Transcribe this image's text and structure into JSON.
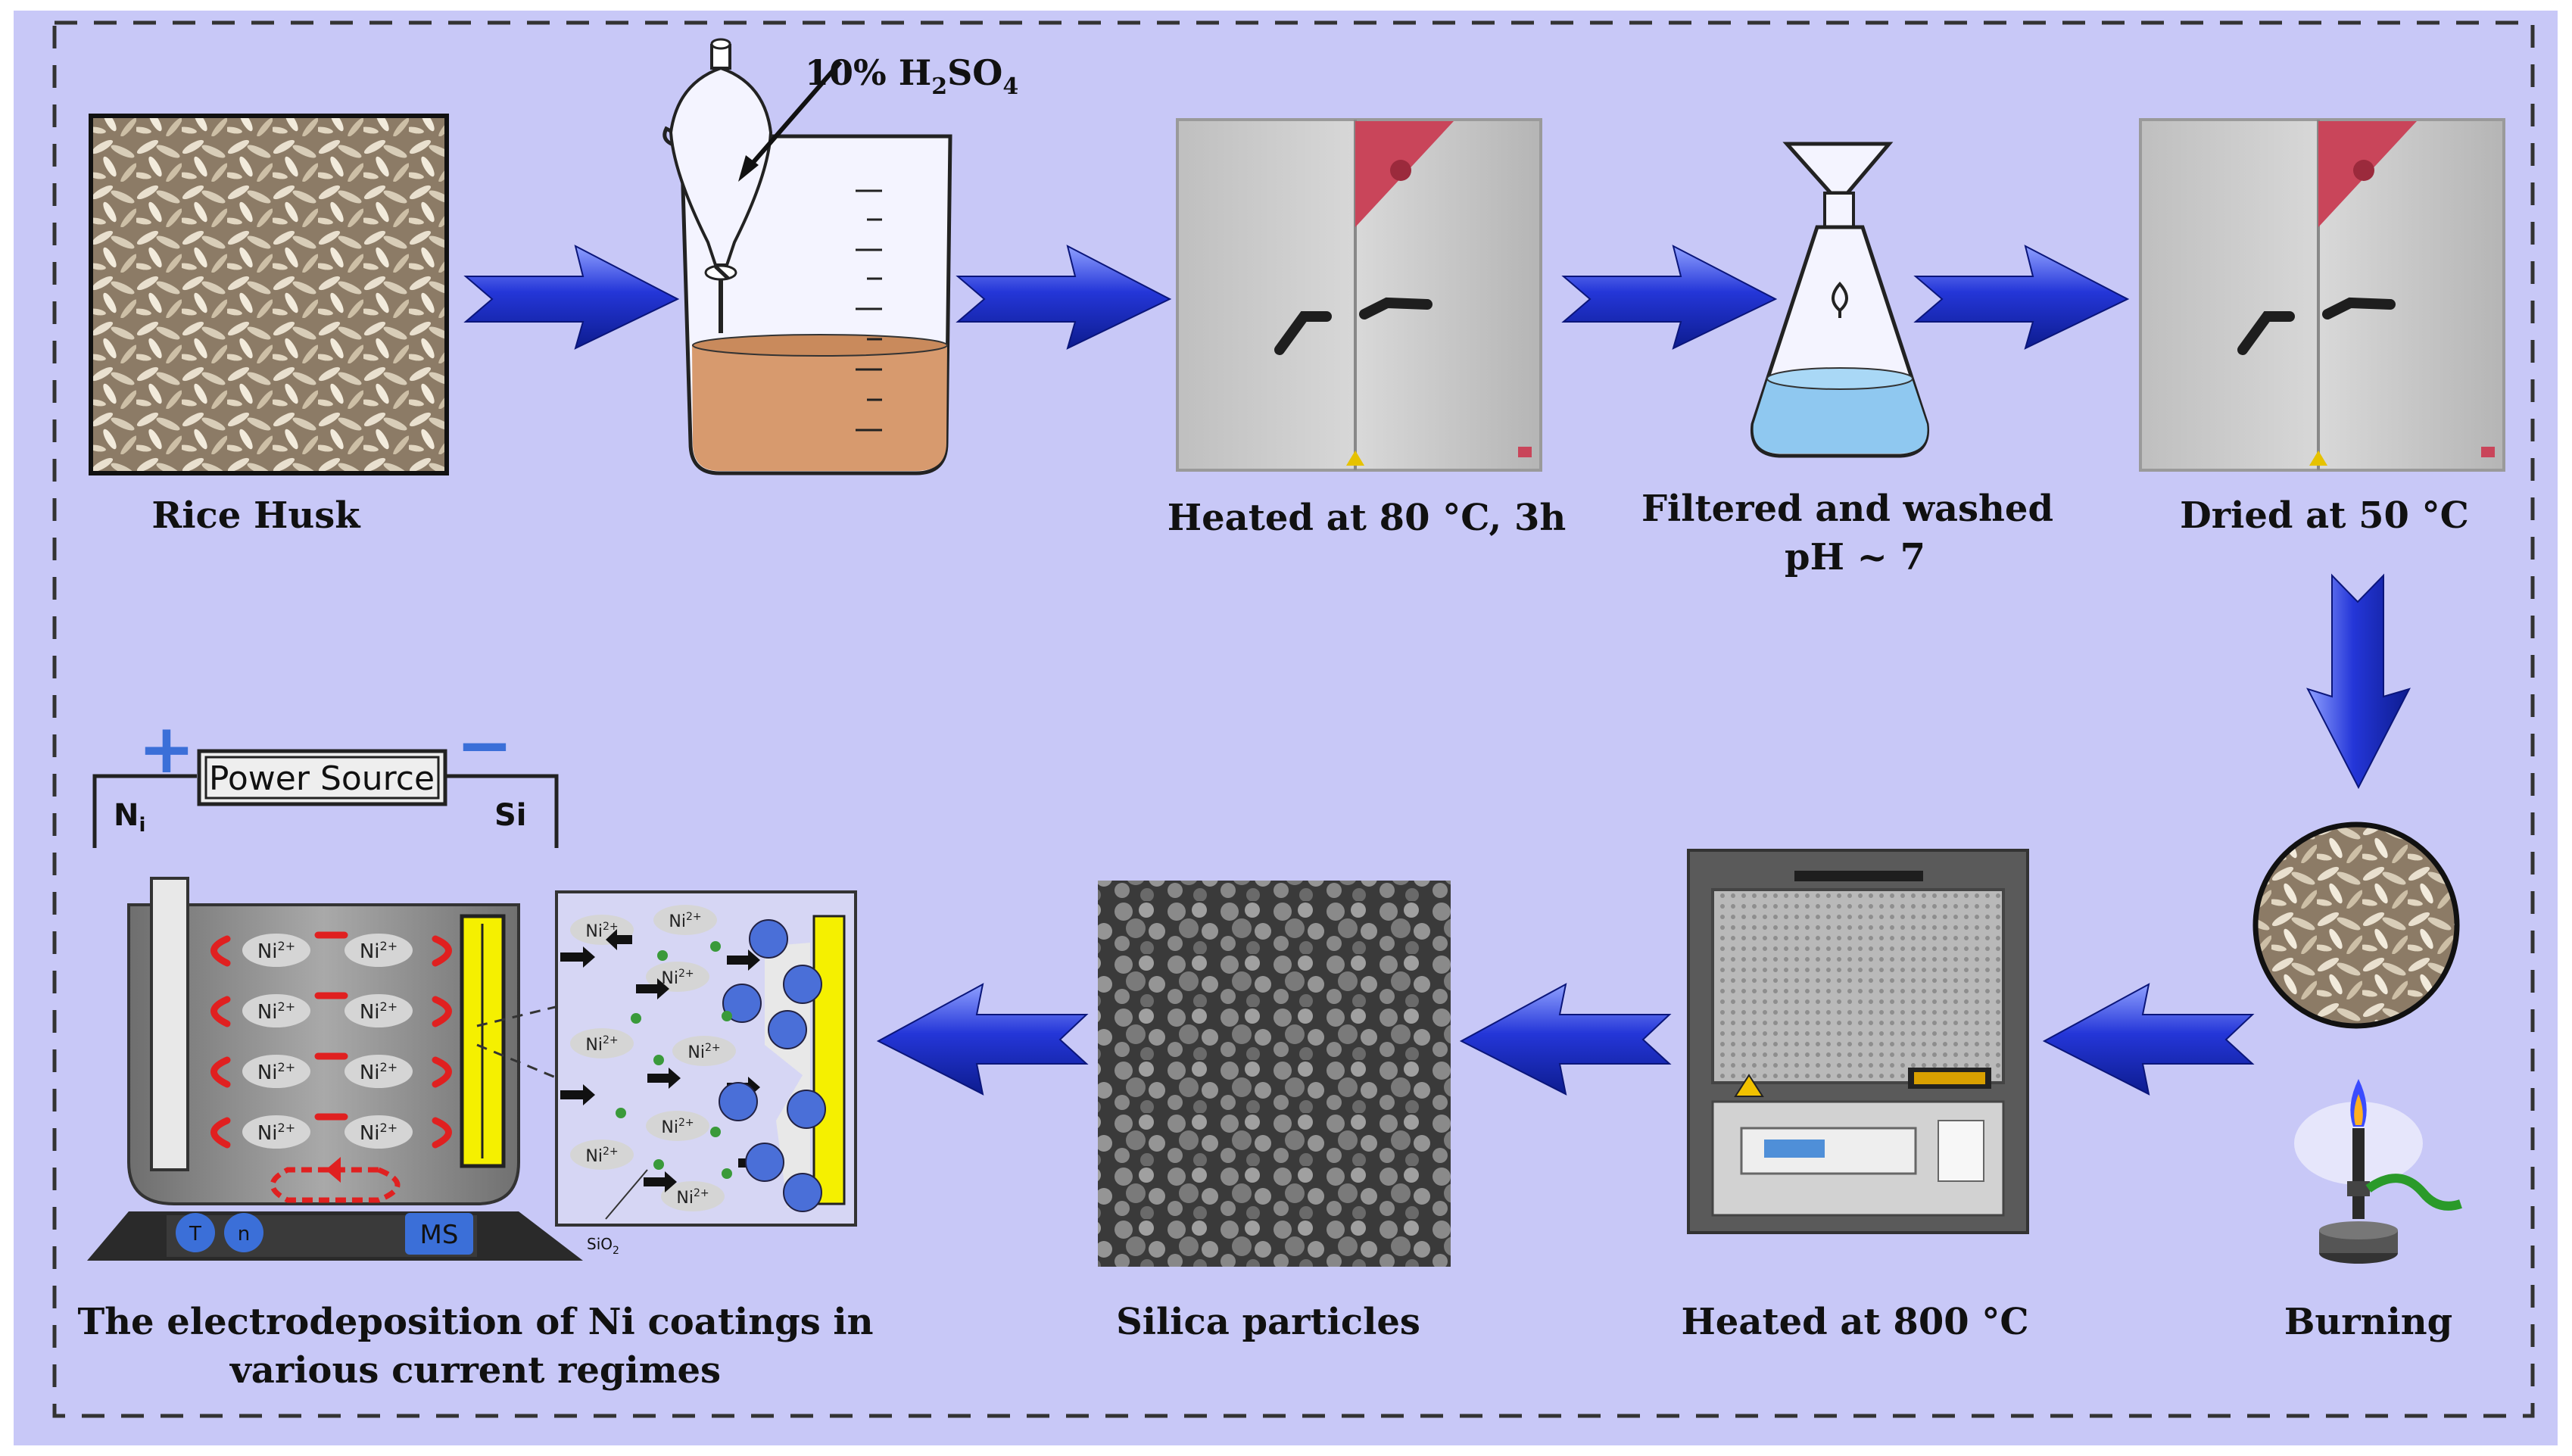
{
  "labels": {
    "rice_husk": "Rice Husk",
    "acid": "10% H",
    "acid_sub2": "2",
    "acid_so": "SO",
    "acid_sub4": "4",
    "heated_80": "Heated at 80 °C, 3h",
    "filtered_line1": "Filtered and washed",
    "filtered_line2": "pH ~ 7",
    "dried_50": "Dried at 50 °C",
    "burning": "Burning",
    "heated_800": "Heated at 800 °C",
    "silica": "Silica particles",
    "electro_line1": "The electrodeposition of Ni coatings in",
    "electro_line2": "various current regimes"
  },
  "cell": {
    "power_source": "Power Source",
    "plus": "+",
    "minus": "−",
    "ni_electrode": "N",
    "ni_sub": "i",
    "si_electrode": "Si",
    "ion": "Ni",
    "ion_sup": "2+",
    "stirrer": "MS",
    "knob_t": "T",
    "knob_n": "n",
    "sio2": "SiO",
    "sio2_sub": "2"
  },
  "colors": {
    "background": "#c8c8f7",
    "arrow": "#2a3fd6",
    "frame": "#333333",
    "acid_liquid": "#d79a6e",
    "filtrate": "#8fc8f0",
    "silicon_electrode": "#f5f000"
  }
}
